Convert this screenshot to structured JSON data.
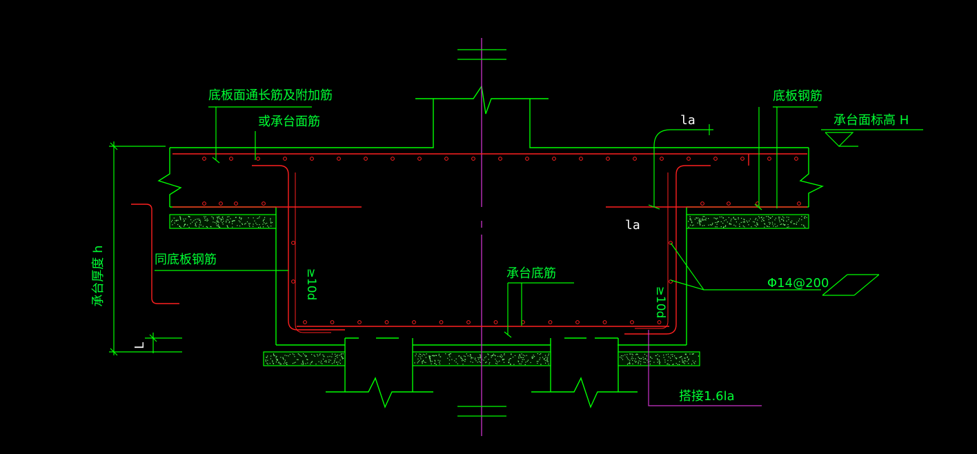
{
  "labels": {
    "slab_top_bars": "底板面通长筋及附加筋",
    "cap_top_bars": "或承台面筋",
    "slab_bars": "底板钢筋",
    "cap_top_elevation": "承台面标高 H",
    "anchor_top": "la",
    "anchor_mid": "la",
    "cap_thickness": "承台厚度 h",
    "same_as_slab": "同底板钢筋",
    "cap_bottom_bars": "承台底筋",
    "stirrup_spec": "Φ14@200",
    "lap_length": "搭接1.6la",
    "dim_left": "L",
    "anchor_10d_left": "≥10d",
    "anchor_10d_right": "≥10d"
  },
  "colors": {
    "background": "#000000",
    "concrete_outline": "#00ff00",
    "rebar": "#ff2020",
    "centerline": "#cc33cc",
    "text": "#00ff33",
    "annotation": "#ffffff",
    "lap_leader": "#cc33cc"
  }
}
